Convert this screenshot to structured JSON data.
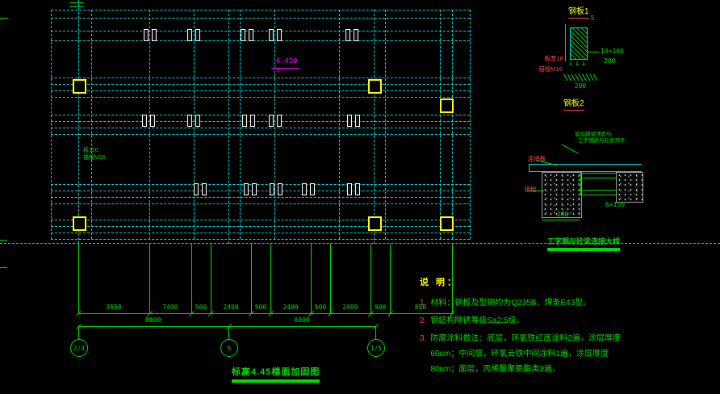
{
  "colors": {
    "cyan": "#00d8d8",
    "green": "#00dc00",
    "yellow": "#ffff00",
    "red": "#ff4545",
    "magenta": "#ff00ff"
  },
  "plan": {
    "title": "标高4.45楼面加固图",
    "level_mark": "4.450",
    "slab_note_line1": "板320",
    "slab_note_line2": "锚栓M16",
    "dim_chain": [
      "3550",
      "7400",
      "500",
      "2400",
      "500",
      "2400",
      "500",
      "2400",
      "500",
      "850"
    ],
    "dim_totals": [
      "8000",
      "8000"
    ],
    "grid_bubbles": [
      "2/4",
      "5",
      "1/5"
    ]
  },
  "detail_plate1": {
    "label": "钢板1",
    "dim_top": "5",
    "dim_size": "10×160",
    "dim_len": "200",
    "dim_spacing": "200",
    "note_thickness": "板厚18",
    "note_bolt": "锚栓M16"
  },
  "detail_plate2": {
    "label": "钢板2"
  },
  "detail_connection": {
    "title": "工字钢与砼梁连接大样",
    "leader_top1": "后加钢梁顶面与",
    "leader_top2": "工字钢梁与砼梁顶平",
    "note_plate": "连接板",
    "note_bolt": "锚栓",
    "dim_size": "6×150",
    "dim_len": "200"
  },
  "notes": {
    "heading": "说 明：",
    "items": [
      {
        "num": "1.",
        "text": "材料：钢板及型钢均为Q235B，焊条E43型。"
      },
      {
        "num": "2.",
        "text": "钢结构除锈等级Sa2.5级。"
      },
      {
        "num": "3.",
        "text": "防腐涂料做法：底层，环氧铁红底涂料2遍，涂层厚度60um；中间层，环氧云铁中间涂料1遍，涂层厚度80um；面层，丙烯酸聚氨酯类3遍，"
      }
    ]
  }
}
